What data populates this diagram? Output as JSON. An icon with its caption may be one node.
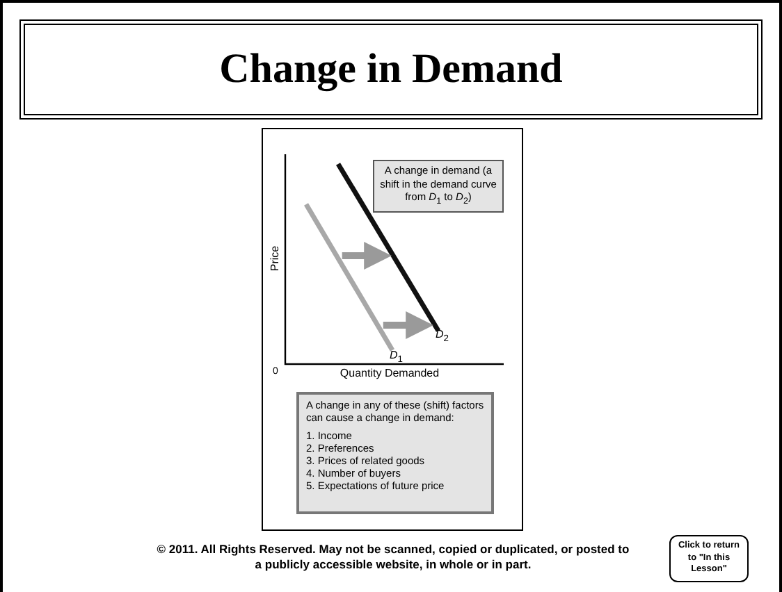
{
  "diagram": {
    "title": "Change in Demand",
    "nodes": [
      {
        "text": [
          "*D*$_{1}$"
        ]
      },
      {
        "text": [
          "*D*$_{2}$"
        ]
      },
      {
        "text": [
          "A change in demand (a shift in the demand curve from *D*$_{1}$ to *D*$_{2}$)"
        ]
      },
      {
        "text": [
          "A change in any of these (shift) factors can cause a change in demand:",
          "1. Income",
          "2. Preferences",
          "3. Prices of related goods",
          "4. Number of buyers",
          "5. Expectations of future price"
        ]
      },
      {
        "text": [
          "Click to return to \"In this Lesson\""
        ]
      }
    ],
    "edges": [
      {
        "from": 0,
        "to": 1,
        "arrow": "to",
        "color": "#9a9a9a"
      },
      {
        "from": 0,
        "to": 1,
        "arrow": "to",
        "color": "#9a9a9a"
      }
    ],
    "labels": [
      "Price",
      "0",
      "Quantity Demanded",
      "© 2011. All Rights Reserved. May not be scanned, copied or duplicated, or posted to a publicly accessible website, in whole or in part."
    ]
  }
}
